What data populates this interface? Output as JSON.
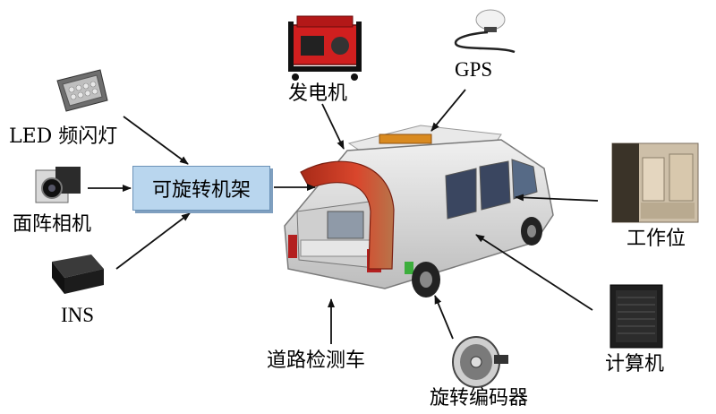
{
  "labels": {
    "generator": "发电机",
    "gps": "GPS",
    "led_strobe": "LED 频闪灯",
    "area_camera": "面阵相机",
    "ins": "INS",
    "rotating_mount": "可旋转机架",
    "workstation": "工作位",
    "computer": "计算机",
    "road_vehicle": "道路检测车",
    "rotary_encoder": "旋转编码器"
  },
  "colors": {
    "mount_box_fill": "#b9d6ee",
    "arrow": "#111111",
    "vehicle_body": "#dcdcdc",
    "scanner_arc": "#c23b22",
    "generator_red": "#d01f1f"
  }
}
